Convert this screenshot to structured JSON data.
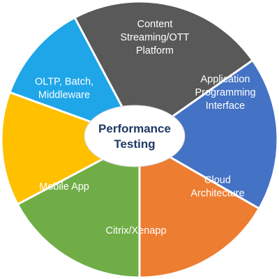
{
  "center": {
    "lines": [
      "Performance",
      "Testing"
    ],
    "text_color": "#1f3864",
    "fill": "#ffffff"
  },
  "segments": [
    {
      "lines": [
        "Content",
        "Streaming/OTT",
        "Platform"
      ],
      "color": "#595959"
    },
    {
      "lines": [
        "Application",
        "Programming",
        "Interface"
      ],
      "color": "#4472c4"
    },
    {
      "lines": [
        "Cloud",
        "Architecture"
      ],
      "color": "#ed7d31"
    },
    {
      "lines": [
        "Citrix/Xenapp"
      ],
      "color": "#70ad47"
    },
    {
      "lines": [
        "Mobile App"
      ],
      "color": "#ffc000"
    },
    {
      "lines": [
        "OLTP, Batch,",
        "Middleware"
      ],
      "color": "#1ea6e8"
    }
  ]
}
